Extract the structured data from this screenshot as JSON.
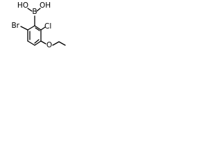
{
  "molecule": {
    "atoms": {
      "boron": "B",
      "hydroxyl_left": "HO",
      "hydroxyl_right": "OH",
      "bromine": "Br",
      "chlorine": "Cl",
      "ether_oxygen": "O"
    }
  }
}
